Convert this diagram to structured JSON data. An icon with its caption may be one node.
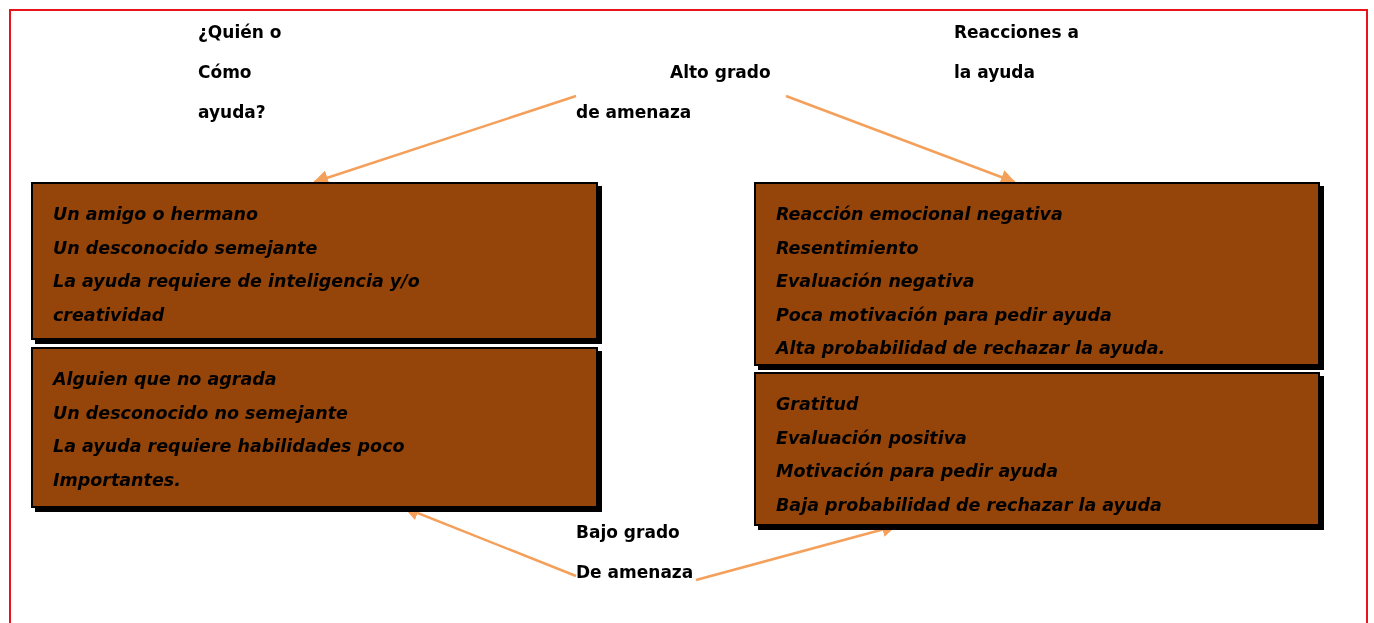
{
  "diagram": {
    "nodes": [
      {
        "text": [
          "Alto grado de amenaza"
        ]
      },
      {
        "text": [
          "Un amigo o hermano",
          "Un desconocido semejante",
          "La ayuda requiere de inteligencia y/o creatividad"
        ]
      },
      {
        "text": [
          "Alguien que no agrada",
          "Un desconocido no semejante",
          "La ayuda requiere habilidades poco Importantes."
        ]
      },
      {
        "text": [
          "Reacción emocional negativa",
          "Resentimiento",
          "Evaluación negativa",
          "Poca motivación para pedir ayuda",
          "Alta probabilidad de rechazar la ayuda."
        ]
      },
      {
        "text": [
          "Gratitud",
          "Evaluación positiva",
          "Motivación para pedir ayuda",
          "Baja probabilidad de rechazar la ayuda"
        ]
      },
      {
        "text": [
          "Bajo grado De amenaza"
        ]
      }
    ],
    "edges": [
      {
        "from": 0,
        "to": 1,
        "arrow": "to"
      },
      {
        "from": 0,
        "to": 3,
        "arrow": "to"
      },
      {
        "from": 5,
        "to": 2,
        "arrow": "to"
      },
      {
        "from": 5,
        "to": 4,
        "arrow": "to"
      }
    ],
    "labels": [
      "¿Quién o Cómo ayuda?",
      "Reacciones a la ayuda"
    ]
  }
}
